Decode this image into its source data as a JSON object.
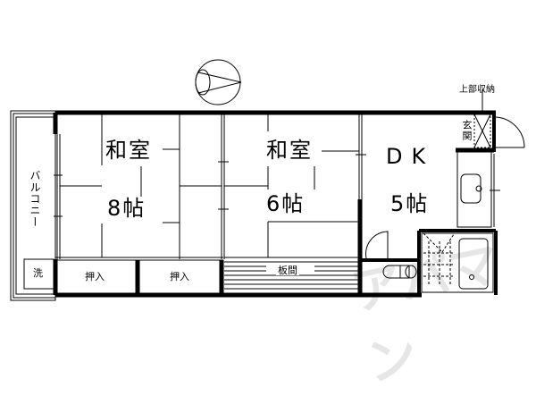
{
  "plan": {
    "rooms": [
      {
        "id": "washitsu-8",
        "name": "和室",
        "size": "8帖"
      },
      {
        "id": "washitsu-6",
        "name": "和室",
        "size": "6帖"
      },
      {
        "id": "dk",
        "name": "DK",
        "size": "5帖"
      }
    ],
    "labels": {
      "balcony": "バルコニー",
      "washer": "洗",
      "closet_1": "押入",
      "closet_2": "押入",
      "wood_floor": "板間",
      "entrance": "玄関",
      "upper_storage": "上部収納"
    },
    "watermark": "アパマン",
    "compass": "north-arrow-right",
    "colors": {
      "line": "#000000",
      "background": "#ffffff",
      "watermark": "#e6e6e6"
    }
  }
}
